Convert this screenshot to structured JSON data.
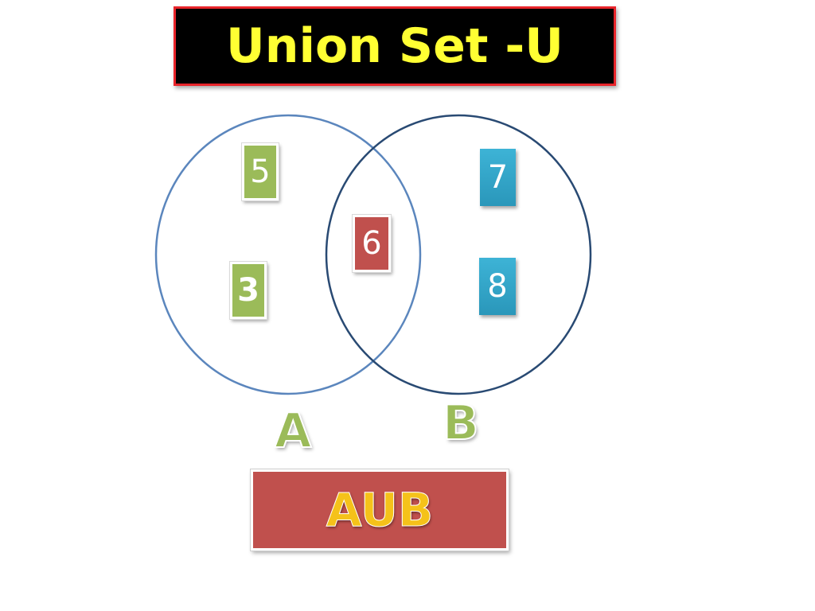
{
  "slide": {
    "title": "Union Set -U",
    "result_label": "AUB",
    "colors": {
      "title_bg": "#000000",
      "title_border": "#e8252b",
      "title_text": "#ffff33",
      "green": "#9bbb59",
      "blue": "#31a5c7",
      "red": "#c0504d",
      "result_text": "#f5c21a",
      "circle_a": "#4f81bd",
      "circle_b": "#1f3b63"
    }
  },
  "sets": {
    "a": {
      "label": "A",
      "only_elements": [
        "5",
        "3"
      ]
    },
    "b": {
      "label": "B",
      "only_elements": [
        "7",
        "8"
      ]
    },
    "intersection": [
      "6"
    ]
  }
}
